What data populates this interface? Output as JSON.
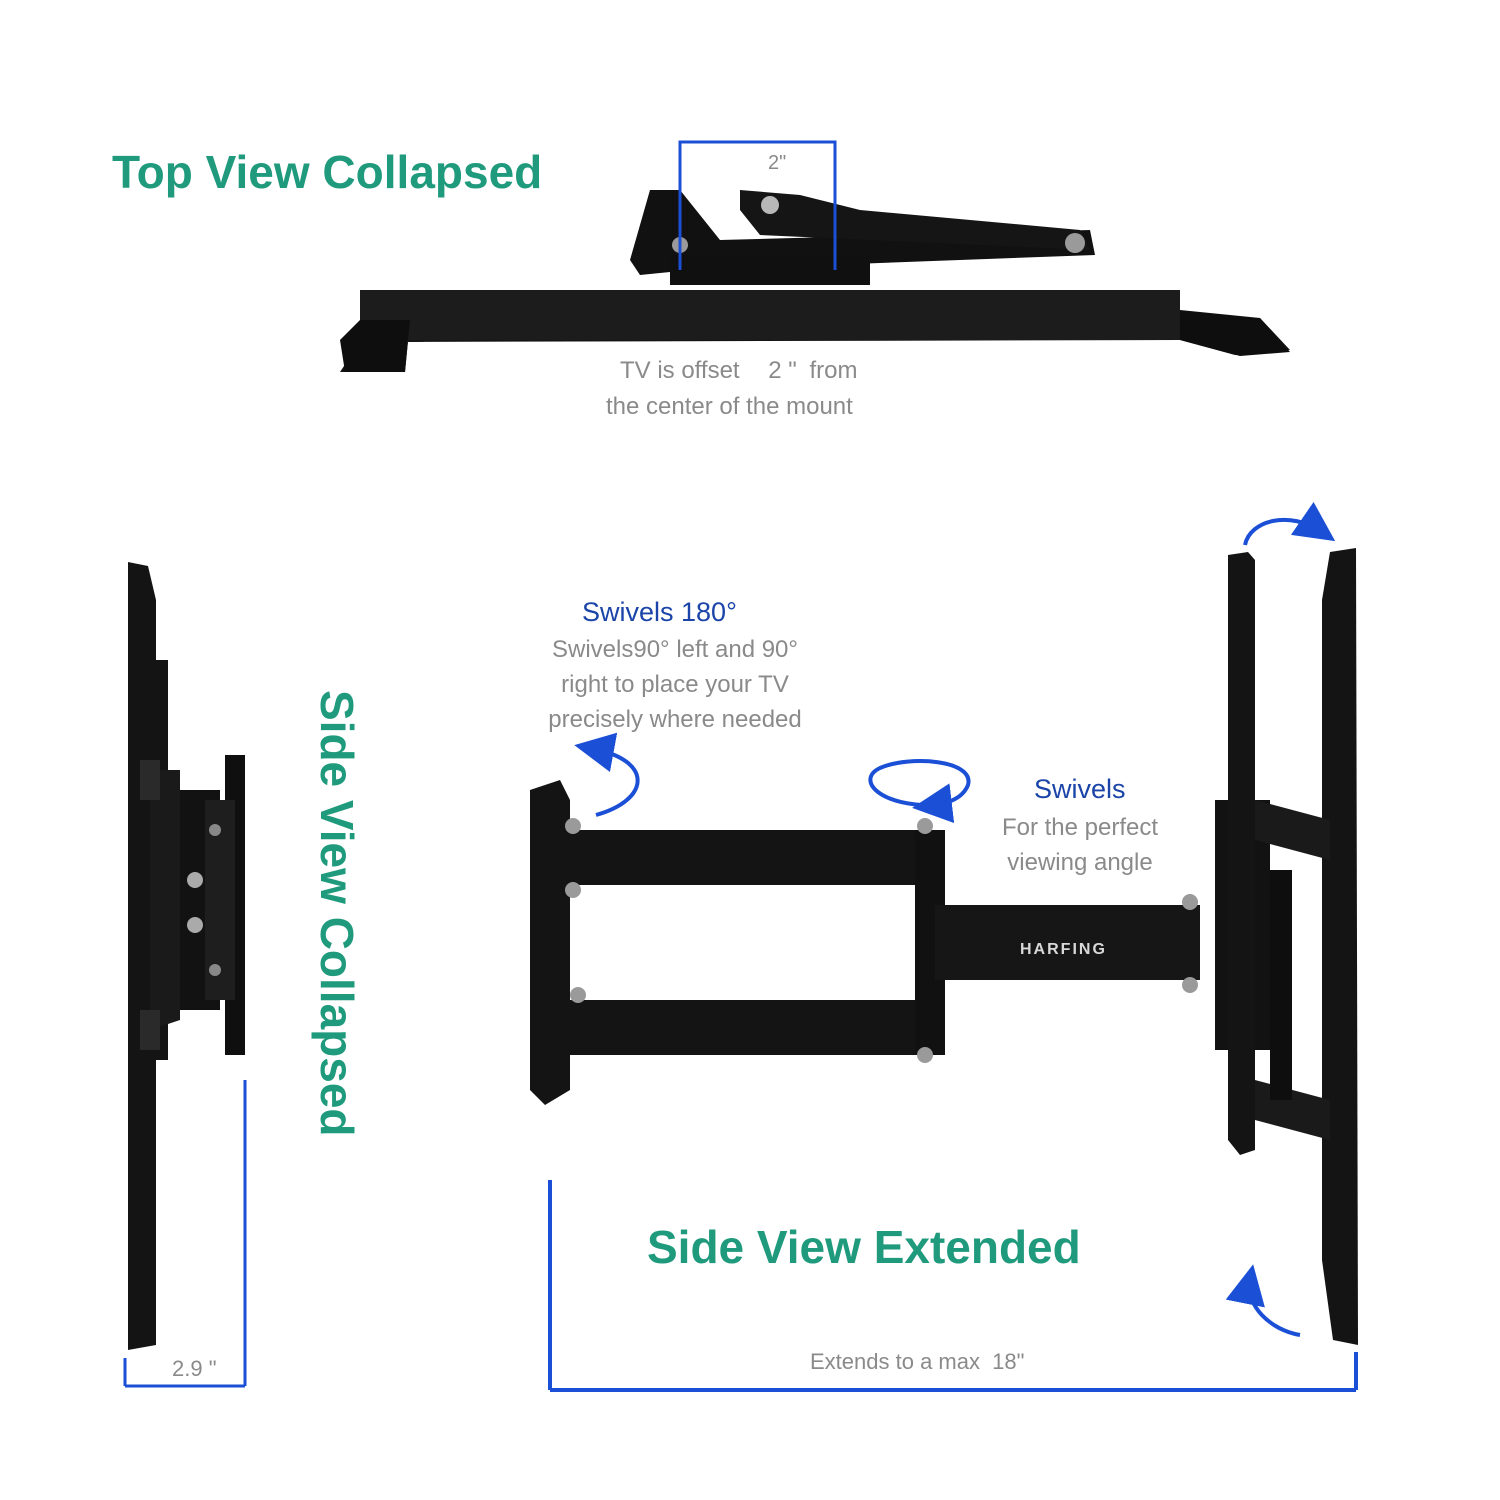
{
  "top_view": {
    "title": "Top View Collapsed",
    "dimension": "2\"",
    "caption_line1_a": "TV is offset",
    "caption_line1_value": "2 \"",
    "caption_line1_b": "from",
    "caption_line2": "the center of the mount"
  },
  "side_collapsed": {
    "title": "Side View Collapsed",
    "dimension": "2.9 \""
  },
  "side_extended": {
    "title": "Side View Extended",
    "swivel180_title": "Swivels 180°",
    "swivel180_lines": [
      "Swivels90° left and 90°",
      "right to place your TV",
      "precisely where needed"
    ],
    "swivel_title": "Swivels",
    "swivel_lines": [
      "For the perfect",
      "viewing angle"
    ],
    "extends_label": "Extends to a max",
    "extends_value": "18\""
  },
  "brand": "HARFING",
  "colors": {
    "heading": "#1f9a7c",
    "dimension_line": "#1a4fd6",
    "caption": "#8a8a8a",
    "metal": "#141414"
  }
}
